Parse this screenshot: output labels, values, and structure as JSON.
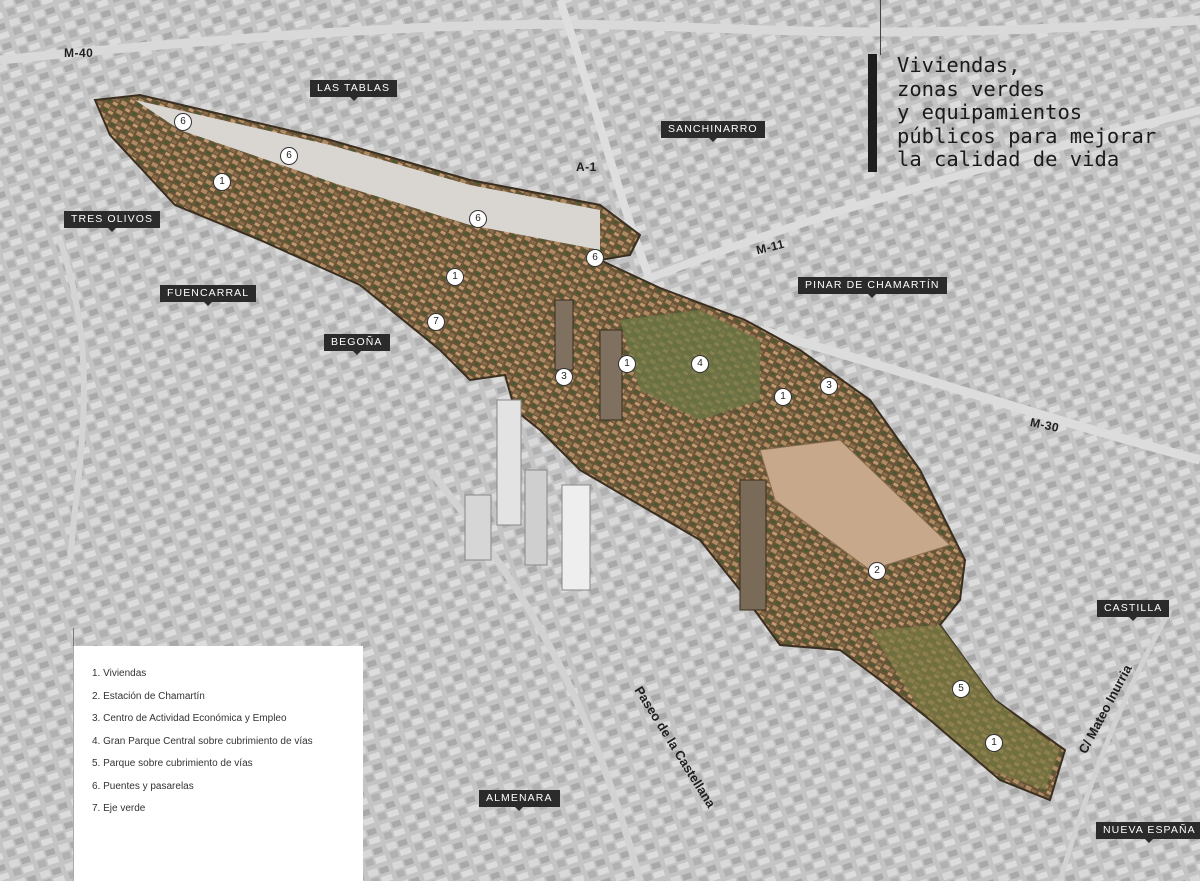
{
  "title": {
    "lines": [
      "Viviendas,",
      "zonas verdes",
      "y equipamientos",
      "públicos para mejorar",
      "la calidad de vida"
    ]
  },
  "places": {
    "las_tablas": "LAS TABLAS",
    "sanchinarro": "SANCHINARRO",
    "tres_olivos": "TRES OLIVOS",
    "fuencarral": "FUENCARRAL",
    "begona": "BEGOÑA",
    "pinar_de_chamartin": "PINAR DE CHAMARTÍN",
    "castilla": "CASTILLA",
    "almenara": "ALMENARA",
    "nueva_espana": "NUEVA ESPAÑA"
  },
  "roads": {
    "m40": "M-40",
    "a1": "A-1",
    "m11": "M-11",
    "m30": "M-30"
  },
  "streets": {
    "castellana": "Paseo de la Castellana",
    "mateo_inurria": "C/ Mateo Inurria"
  },
  "markers": [
    "6",
    "6",
    "6",
    "6",
    "1",
    "1",
    "7",
    "3",
    "1",
    "4",
    "1",
    "3",
    "2",
    "5",
    "1"
  ],
  "legend": {
    "items": [
      "1. Viviendas",
      "2. Estación de Chamartín",
      "3. Centro de Actividad Económica y Empleo",
      "4. Gran Parque Central sobre cubrimiento de vías",
      "5. Parque sobre cubrimiento de vías",
      "6. Puentes y pasarelas",
      "7. Eje verde"
    ]
  },
  "colors": {
    "basemap": "#bdbdbd",
    "development_area": "#5b4a33",
    "station_roof": "#c8a88a",
    "park": "#6e7a45",
    "label_bg": "#2b2b2b"
  }
}
